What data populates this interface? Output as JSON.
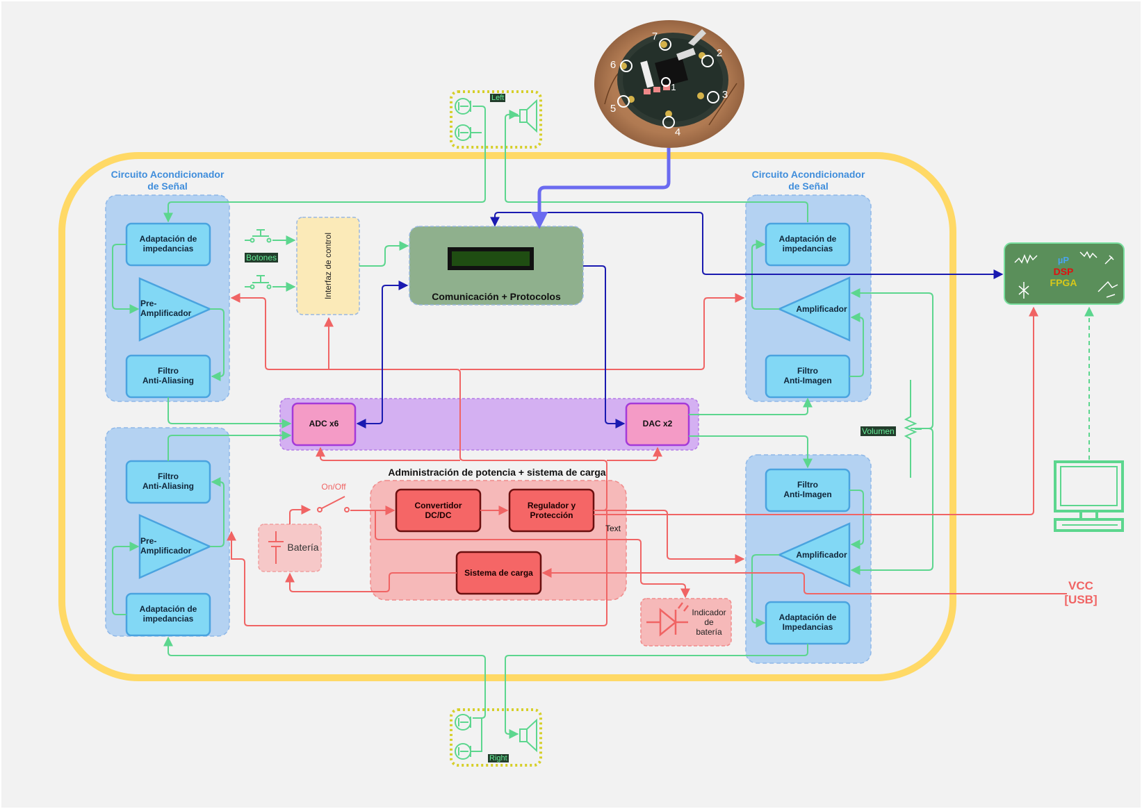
{
  "labels": {
    "section_left": "Circuito Acondicionador\nde Señal",
    "section_right": "Circuito Acondicionador\nde Señal",
    "left_adapt": "Adaptación de\nimpedancias",
    "left_preamp": "Pre-\nAmplificador",
    "left_filter": "Filtro\nAnti-Aliasing",
    "left2_filter": "Filtro\nAnti-Aliasing",
    "left2_preamp": "Pre-\nAmplificador",
    "left2_adapt": "Adaptación de\nimpedancias",
    "right_adapt": "Adaptación de\nimpedancias",
    "right_amp": "Amplificador",
    "right_filter": "Filtro\nAnti-Imagen",
    "right2_filter": "Filtro\nAnti-Imagen",
    "right2_amp": "Amplificador",
    "right2_adapt": "Adaptación de\nImpedancias",
    "interfaz": "Interfaz de control",
    "botones": "Botones",
    "comunicacion": "Comunicación + Protocolos",
    "adc": "ADC x6",
    "dac": "DAC x2",
    "power_title": "Administración de potencia + sistema de carga",
    "onoff": "On/Off",
    "convertidor": "Convertidor\nDC/DC",
    "regulador": "Regulador y\nProtección",
    "text_label": "Text",
    "sistema_carga": "Sistema de carga",
    "bateria": "Batería",
    "indicador": "Indicador\nde\nbatería",
    "volumen": "Volumen",
    "vcc": "VCC\n[USB]",
    "left_tag": "Left",
    "right_tag": "Right",
    "up": "µP",
    "dsp": "DSP",
    "fpga": "FPGA",
    "board_numbers": [
      "7",
      "2",
      "6",
      "1",
      "3",
      "5",
      "4"
    ]
  },
  "colors": {
    "green_line": "#5cd68e",
    "red_line": "#f06464",
    "blue_line": "#1a1ab0",
    "purple_line": "#6b6bf0",
    "yellow_border": "#ffd966",
    "section_fill": "#b4d2f2",
    "block_fill": "#82d8f5",
    "block_stroke": "#4aa3df",
    "comm_fill": "#8fb08d",
    "adc_fill": "#f49bc6",
    "power_fill": "#f6b9b9",
    "red_block": "#f56666"
  }
}
